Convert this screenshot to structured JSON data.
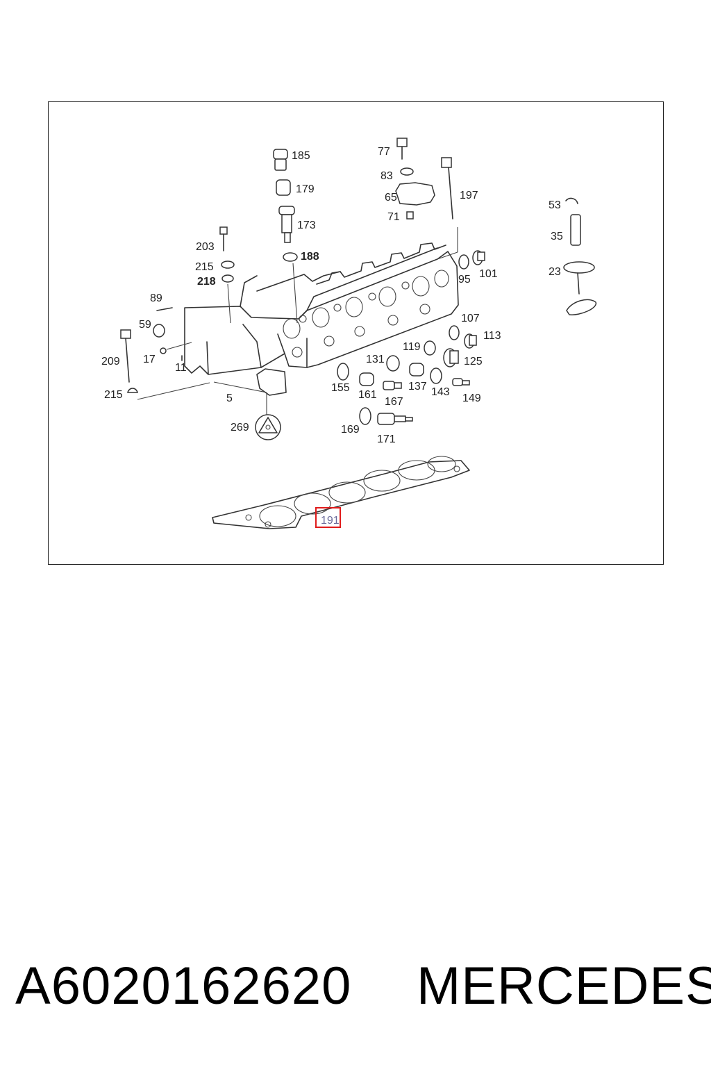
{
  "diagram": {
    "highlighted_label": "191",
    "callouts": [
      {
        "id": "185",
        "bold": false
      },
      {
        "id": "179",
        "bold": false
      },
      {
        "id": "173",
        "bold": false
      },
      {
        "id": "188",
        "bold": true
      },
      {
        "id": "77",
        "bold": false
      },
      {
        "id": "83",
        "bold": false
      },
      {
        "id": "65",
        "bold": false
      },
      {
        "id": "71",
        "bold": false
      },
      {
        "id": "197",
        "bold": false
      },
      {
        "id": "53",
        "bold": false
      },
      {
        "id": "35",
        "bold": false
      },
      {
        "id": "23",
        "bold": false
      },
      {
        "id": "203",
        "bold": false
      },
      {
        "id": "215",
        "bold": false
      },
      {
        "id": "218",
        "bold": true
      },
      {
        "id": "89",
        "bold": false
      },
      {
        "id": "59",
        "bold": false
      },
      {
        "id": "17",
        "bold": false
      },
      {
        "id": "11",
        "bold": false
      },
      {
        "id": "209",
        "bold": false
      },
      {
        "id": "215b",
        "bold": false
      },
      {
        "id": "5",
        "bold": false
      },
      {
        "id": "269",
        "bold": false
      },
      {
        "id": "95",
        "bold": false
      },
      {
        "id": "101",
        "bold": false
      },
      {
        "id": "107",
        "bold": false
      },
      {
        "id": "113",
        "bold": false
      },
      {
        "id": "119",
        "bold": false
      },
      {
        "id": "125",
        "bold": false
      },
      {
        "id": "131",
        "bold": false
      },
      {
        "id": "137",
        "bold": false
      },
      {
        "id": "143",
        "bold": false
      },
      {
        "id": "149",
        "bold": false
      },
      {
        "id": "155",
        "bold": false
      },
      {
        "id": "161",
        "bold": false
      },
      {
        "id": "167",
        "bold": false
      },
      {
        "id": "169",
        "bold": false
      },
      {
        "id": "171",
        "bold": false
      }
    ],
    "labels": {
      "l185": "185",
      "l179": "179",
      "l173": "173",
      "l188": "188",
      "l77": "77",
      "l83": "83",
      "l65": "65",
      "l71": "71",
      "l197": "197",
      "l53": "53",
      "l35": "35",
      "l23": "23",
      "l203": "203",
      "l215": "215",
      "l218": "218",
      "l89": "89",
      "l59": "59",
      "l17": "17",
      "l11": "11",
      "l209": "209",
      "l215b": "215",
      "l5": "5",
      "l269": "269",
      "l95": "95",
      "l101": "101",
      "l107": "107",
      "l113": "113",
      "l119": "119",
      "l125": "125",
      "l131": "131",
      "l137": "137",
      "l143": "143",
      "l149": "149",
      "l155": "155",
      "l161": "161",
      "l167": "167",
      "l169": "169",
      "l171": "171",
      "l191": "191"
    }
  },
  "footer": {
    "part_number": "A6020162620",
    "brand": "MERCEDES"
  }
}
